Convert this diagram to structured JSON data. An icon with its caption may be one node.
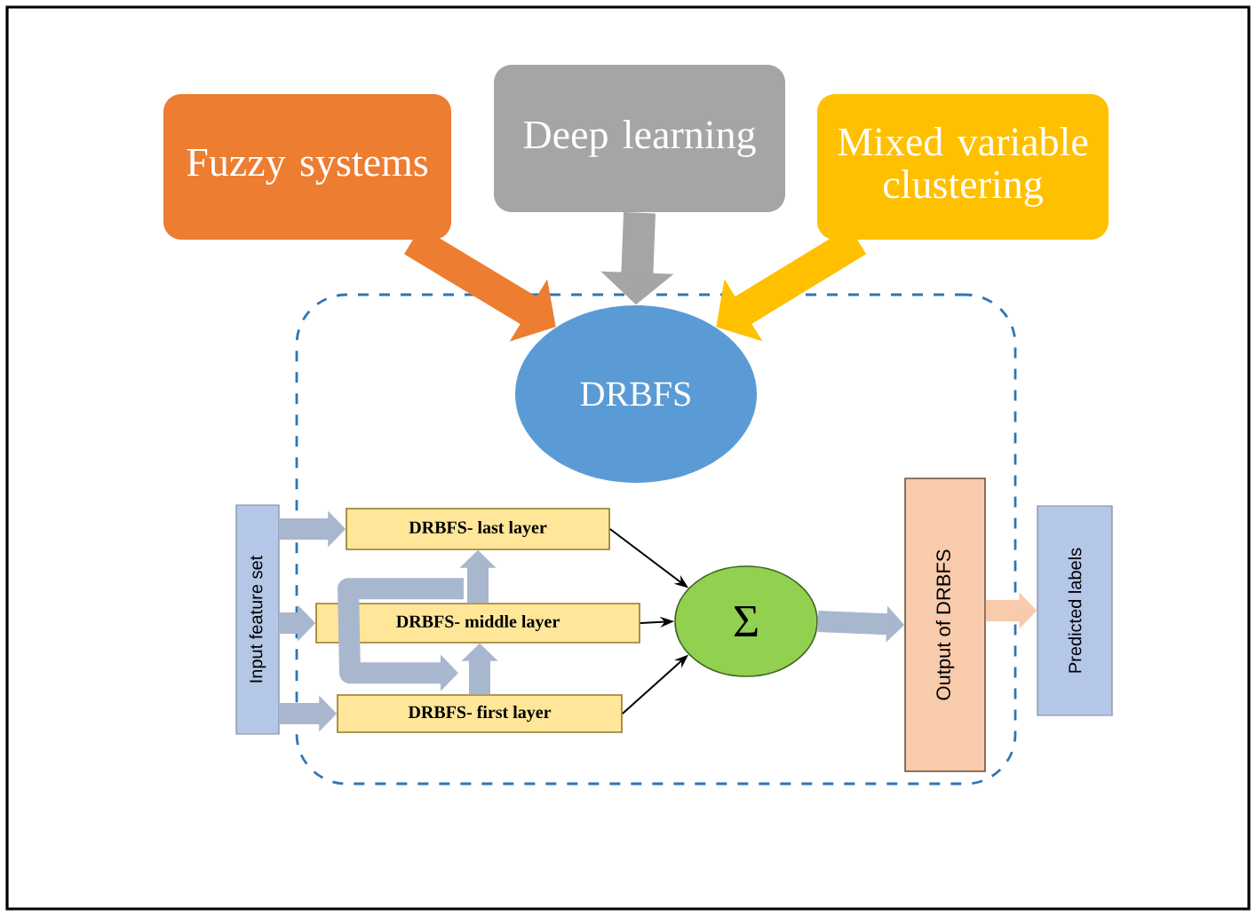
{
  "diagram": {
    "nodes": [
      {
        "text": [
          "Fuzzy systems"
        ]
      },
      {
        "text": [
          "Deep learning"
        ]
      },
      {
        "text": [
          "Mixed variable clustering"
        ]
      },
      {
        "text": [],
        "shape": "box"
      },
      {
        "text": [
          "DRBFS"
        ],
        "in": 3
      },
      {
        "text": [
          "Input feature set"
        ]
      },
      {
        "text": [
          "DRBFS- last layer"
        ],
        "in": 3
      },
      {
        "text": [
          "DRBFS- middle layer"
        ],
        "in": 3
      },
      {
        "text": [
          "DRBFS- first layer"
        ],
        "in": 3
      },
      {
        "text": [
          "Σ"
        ],
        "in": 3
      },
      {
        "text": [
          "Output of DRBFS"
        ],
        "in": 3
      },
      {
        "text": [
          "Predicted labels"
        ]
      }
    ],
    "edges": [
      {
        "from": 0,
        "to": 4,
        "arrow": "to",
        "color": "#ed7d31"
      },
      {
        "from": 1,
        "to": 4,
        "arrow": "to",
        "color": "#a5a5a5"
      },
      {
        "from": 2,
        "to": 4,
        "arrow": "to",
        "color": "#ffc000"
      },
      {
        "from": 5,
        "to": 6,
        "arrow": "to"
      },
      {
        "from": 5,
        "to": 7,
        "arrow": "to"
      },
      {
        "from": 5,
        "to": 8,
        "arrow": "to"
      },
      {
        "from": 8,
        "to": 7,
        "arrow": "to"
      },
      {
        "from": 7,
        "to": 6,
        "arrow": "to"
      },
      {
        "from": 7,
        "to": 8,
        "arrow": "to"
      },
      {
        "from": 6,
        "to": 9,
        "arrow": "to",
        "color": "#000000"
      },
      {
        "from": 7,
        "to": 9,
        "arrow": "to",
        "color": "#000000"
      },
      {
        "from": 8,
        "to": 9,
        "arrow": "to",
        "color": "#000000"
      },
      {
        "from": 9,
        "to": 10,
        "arrow": "to"
      },
      {
        "from": 10,
        "to": 11,
        "arrow": "to",
        "color": "#f8cbad"
      }
    ]
  }
}
